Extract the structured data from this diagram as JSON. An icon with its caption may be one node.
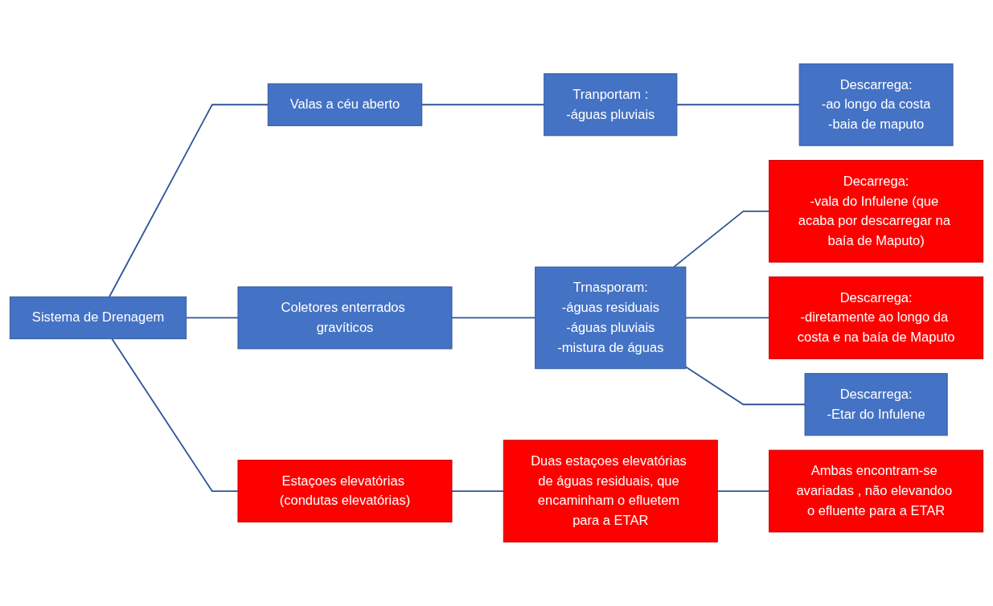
{
  "diagram": {
    "nodes": [
      {
        "text": [
          "Sistema de Drenagem"
        ]
      },
      {
        "text": [
          "Valas a céu aberto"
        ]
      },
      {
        "text": [
          "Tranportam :",
          "-águas pluviais"
        ]
      },
      {
        "text": [
          "Descarrega:",
          "-ao longo da costa",
          "-baia de maputo"
        ]
      },
      {
        "text": [
          "Coletores enterrados gravíticos"
        ]
      },
      {
        "text": [
          "Trnasporam:",
          "-águas residuais",
          "-águas pluviais",
          "-mistura de águas"
        ]
      },
      {
        "text": [
          "Decarrega:",
          "-vala do Infulene (que acaba por descarregar na baía de Maputo)"
        ]
      },
      {
        "text": [
          "Descarrega:",
          "-diretamente ao longo da costa e na baía de Maputo"
        ]
      },
      {
        "text": [
          "Descarrega:",
          "-Etar do Infulene"
        ]
      },
      {
        "text": [
          "Estaçoes elevatórias (condutas elevatórias)"
        ]
      },
      {
        "text": [
          "Duas estaçoes elevatórias de águas residuais, que encaminham o efluetem para a ETAR"
        ]
      },
      {
        "text": [
          "Ambas encontram-se avariadas , não elevandoo o efluente para a ETAR"
        ]
      }
    ],
    "edges": [
      {
        "from": 0,
        "to": 1,
        "arrow": "none"
      },
      {
        "from": 0,
        "to": 4,
        "arrow": "none"
      },
      {
        "from": 0,
        "to": 9,
        "arrow": "none"
      },
      {
        "from": 1,
        "to": 2,
        "arrow": "none"
      },
      {
        "from": 2,
        "to": 3,
        "arrow": "none"
      },
      {
        "from": 4,
        "to": 5,
        "arrow": "none"
      },
      {
        "from": 5,
        "to": 6,
        "arrow": "none"
      },
      {
        "from": 5,
        "to": 7,
        "arrow": "none"
      },
      {
        "from": 5,
        "to": 8,
        "arrow": "none"
      },
      {
        "from": 9,
        "to": 10,
        "arrow": "none"
      },
      {
        "from": 10,
        "to": 11,
        "arrow": "none"
      }
    ]
  }
}
